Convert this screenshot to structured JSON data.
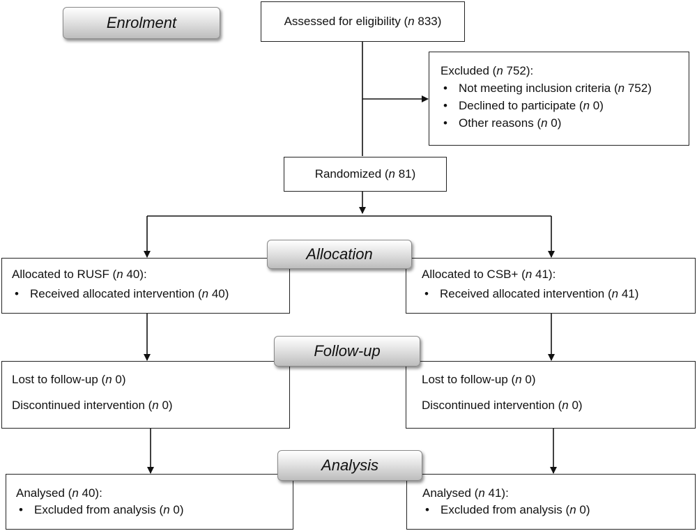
{
  "stages": {
    "enrolment": "Enrolment",
    "allocation": "Allocation",
    "followup": "Follow-up",
    "analysis": "Analysis"
  },
  "assessed": {
    "label": "Assessed for eligibility (",
    "n": "n",
    "value": " 833)"
  },
  "excluded": {
    "title": {
      "label": "Excluded (",
      "n": "n",
      "value": " 752):"
    },
    "items": [
      {
        "label": "Not meeting inclusion criteria (",
        "n": "n",
        "value": " 752)"
      },
      {
        "label": "Declined to participate (",
        "n": "n",
        "value": " 0)"
      },
      {
        "label": "Other reasons (",
        "n": "n",
        "value": " 0)"
      }
    ]
  },
  "randomized": {
    "label": "Randomized (",
    "n": "n",
    "value": " 81)"
  },
  "arms": {
    "left": {
      "allocated": {
        "label": "Allocated to RUSF (",
        "n": "n",
        "value": " 40):"
      },
      "received": {
        "label": "Received allocated intervention (",
        "n": "n",
        "value": " 40)"
      },
      "lost": {
        "label": "Lost to follow-up (",
        "n": "n",
        "value": " 0)"
      },
      "discontinued": {
        "label": "Discontinued intervention (",
        "n": "n",
        "value": " 0)"
      },
      "analysed": {
        "label": "Analysed (",
        "n": "n",
        "value": " 40):"
      },
      "excluded_analysis": {
        "label": "Excluded from analysis (",
        "n": "n",
        "value": " 0)"
      }
    },
    "right": {
      "allocated": {
        "label": "Allocated to CSB+ (",
        "n": "n",
        "value": " 41):"
      },
      "received": {
        "label": "Received allocated intervention (",
        "n": "n",
        "value": " 41)"
      },
      "lost": {
        "label": "Lost to follow-up (",
        "n": "n",
        "value": " 0)"
      },
      "discontinued": {
        "label": "Discontinued intervention (",
        "n": "n",
        "value": " 0)"
      },
      "analysed": {
        "label": "Analysed (",
        "n": "n",
        "value": " 41):"
      },
      "excluded_analysis": {
        "label": "Excluded from analysis (",
        "n": "n",
        "value": " 0)"
      }
    }
  }
}
